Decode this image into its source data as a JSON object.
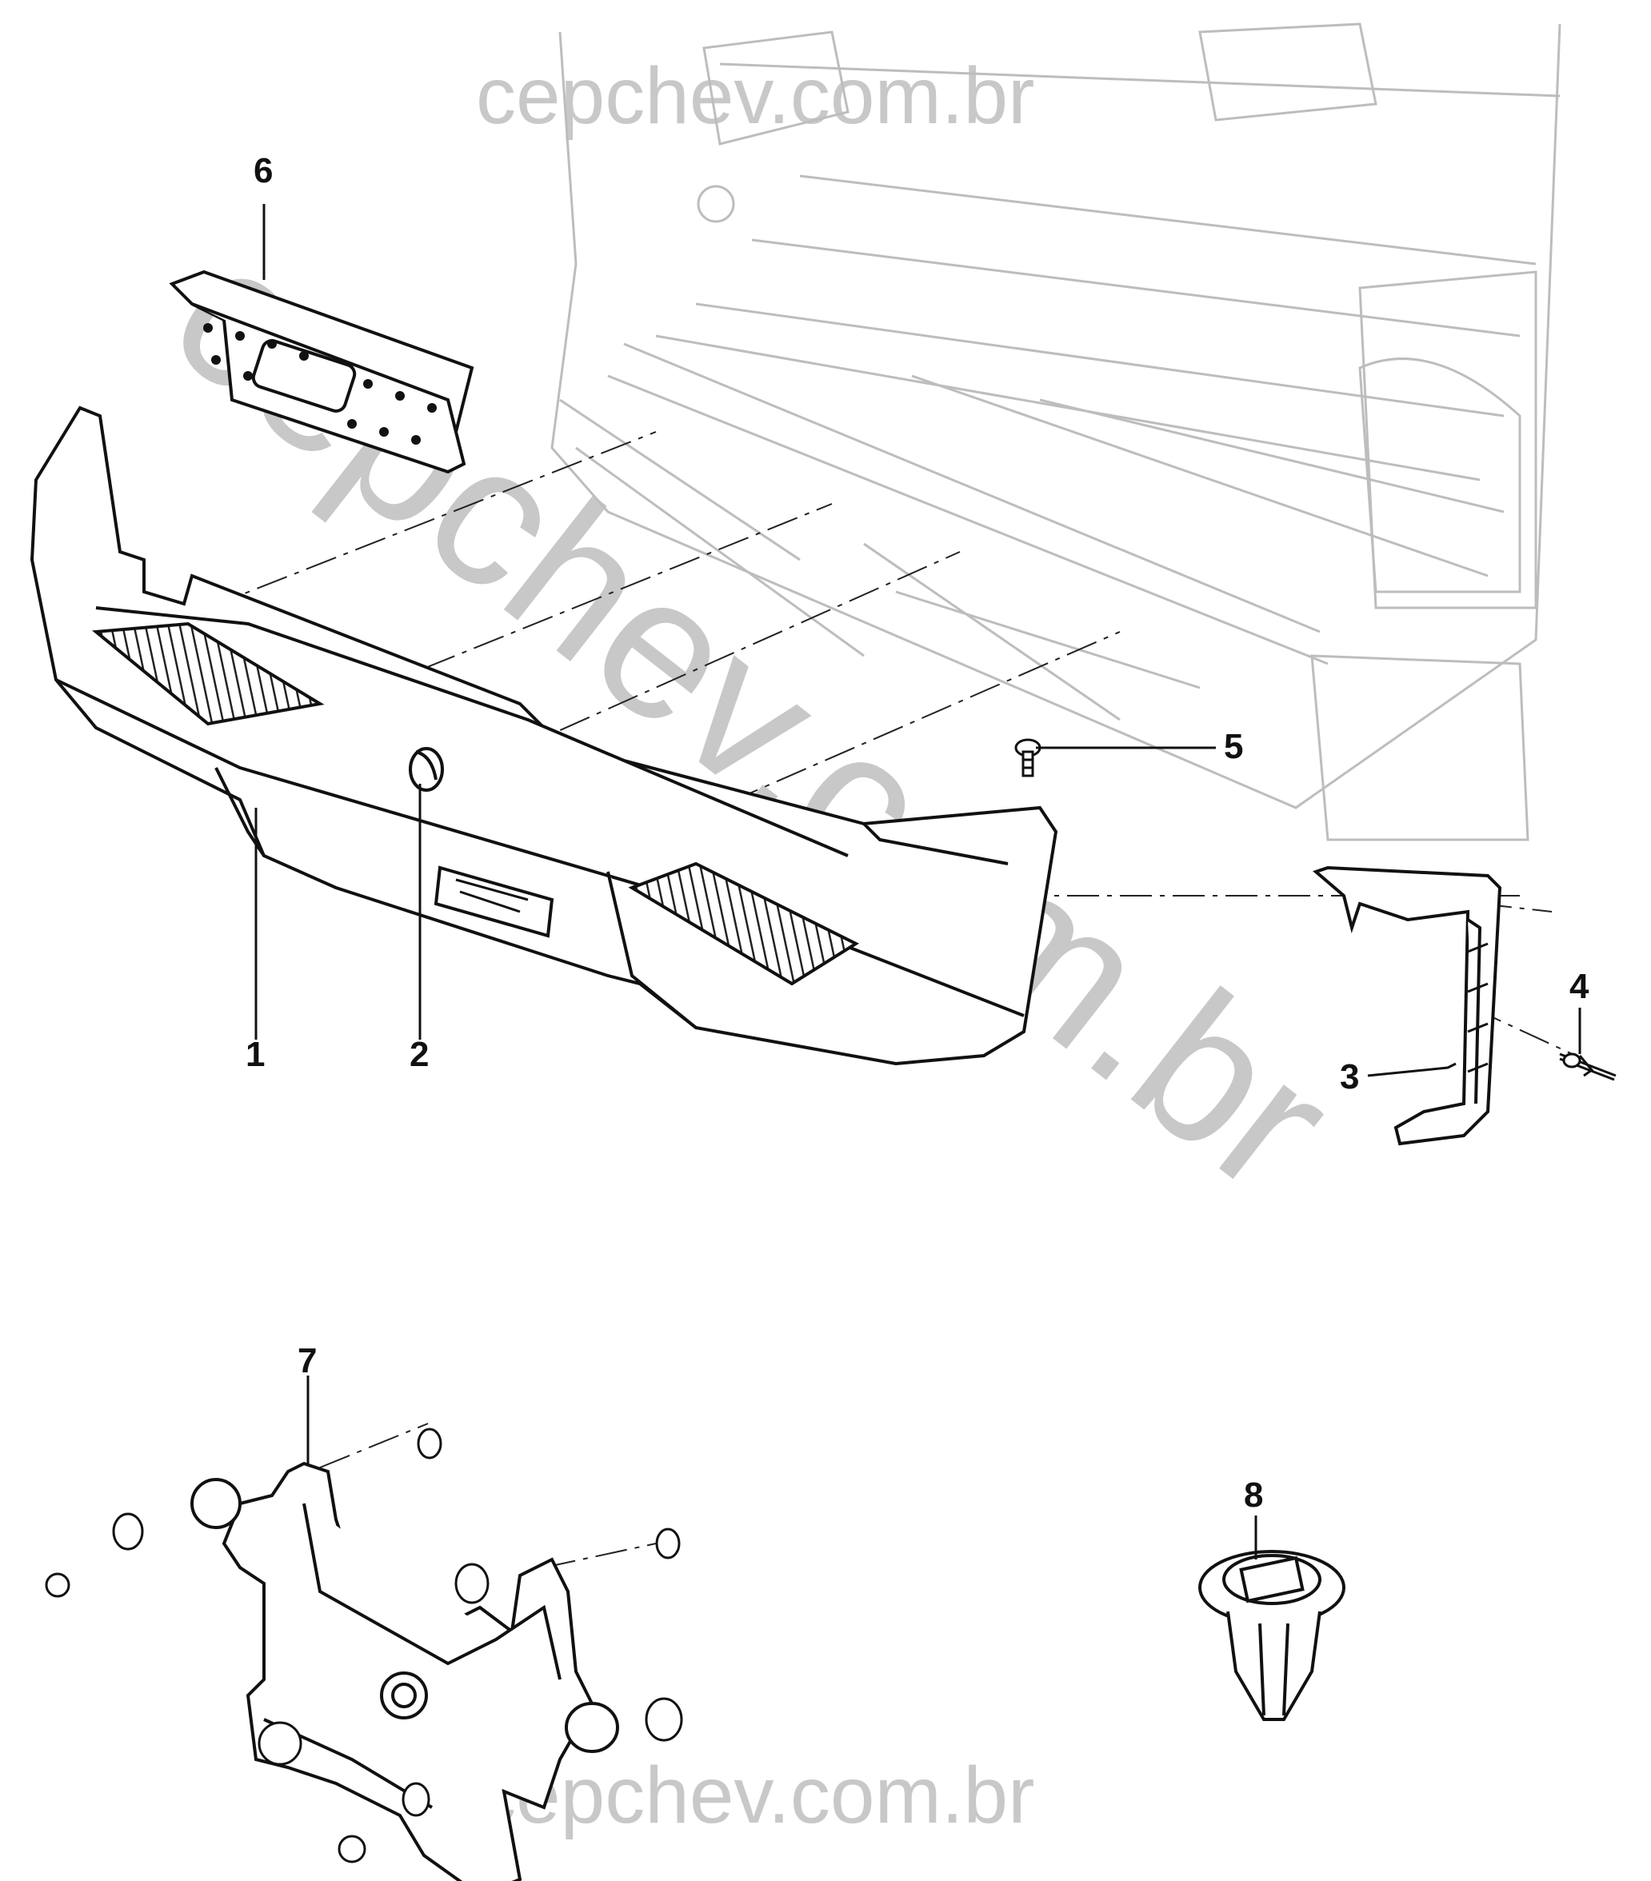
{
  "watermark": {
    "top": "cepchev.com.br",
    "bottom": "cepchev.com.br",
    "diagonal": "cepchev.com.br",
    "color": "#c8c8c8"
  },
  "callouts": [
    {
      "id": "1",
      "text": "1"
    },
    {
      "id": "2",
      "text": "2"
    },
    {
      "id": "3",
      "text": "3"
    },
    {
      "id": "4",
      "text": "4"
    },
    {
      "id": "5",
      "text": "5"
    },
    {
      "id": "6",
      "text": "6"
    },
    {
      "id": "7",
      "text": "7"
    },
    {
      "id": "8",
      "text": "8"
    }
  ]
}
